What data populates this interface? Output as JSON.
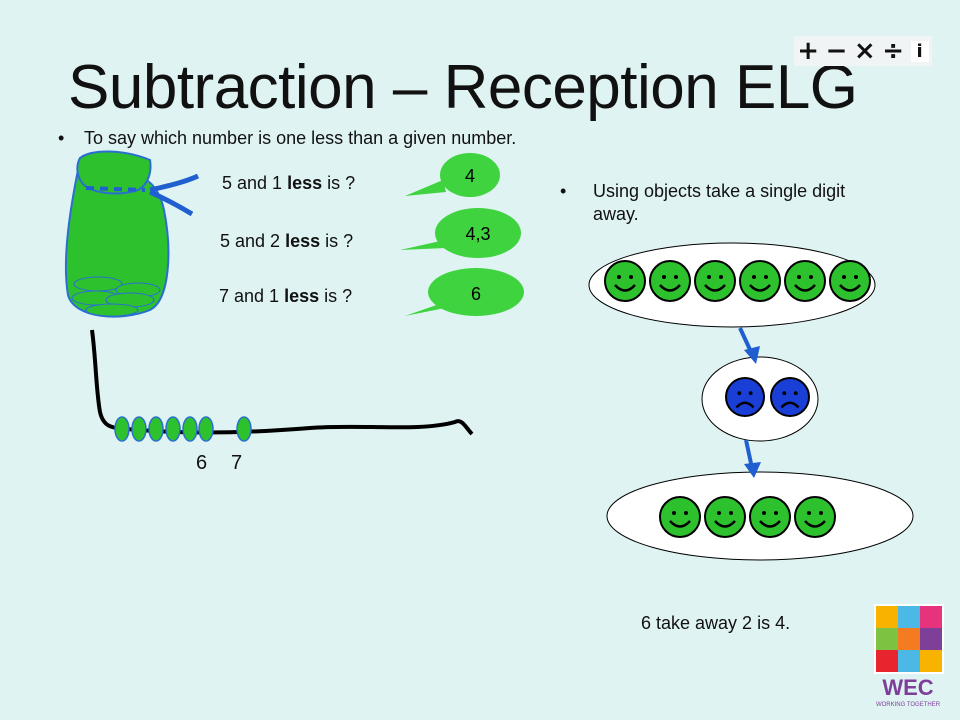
{
  "title": "Subtraction – Reception ELG",
  "bullets": {
    "main": "To say which number is one less than a given number.",
    "right": "Using objects take a single digit away."
  },
  "questions": [
    {
      "prefix": "5 and 1 ",
      "bold": "less",
      "suffix": " is ?",
      "answer": "4"
    },
    {
      "prefix": "5 and 2 ",
      "bold": "less",
      "suffix": " is ?",
      "answer": "4,3"
    },
    {
      "prefix": "7 and 1 ",
      "bold": "less",
      "suffix": " is ?",
      "answer": "6"
    }
  ],
  "numberline_labels": [
    "6",
    "7"
  ],
  "caption": "6 take away 2 is 4.",
  "ops_icons": [
    "+",
    "−",
    "×",
    "÷",
    "i"
  ],
  "logo_text": "WEC",
  "logo_subtext": "WORKING TOGETHER",
  "colors": {
    "background": "#dff3f3",
    "green": "#2ec12e",
    "blue_face": "#1a3fd6",
    "bubble": "#3fd33f",
    "arrow": "#1f5fd0"
  },
  "faces": {
    "top_happy": 6,
    "middle_sad": 2,
    "bottom_happy": 4
  },
  "beads": {
    "count": 7
  }
}
